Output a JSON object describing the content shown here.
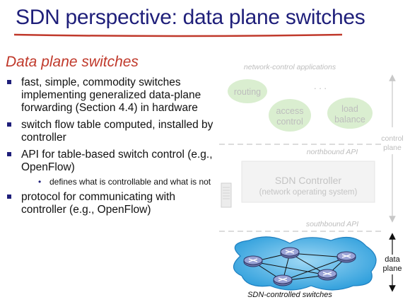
{
  "slide": {
    "title": "SDN perspective: data plane switches",
    "subtitle": "Data plane switches",
    "bullets": [
      "fast, simple, commodity switches implementing generalized data-plane forwarding (Section 4.4) in hardware",
      "switch flow table computed, installed by controller",
      "API for table-based switch control (e.g., OpenFlow)",
      "protocol for communicating with controller (e.g., OpenFlow)"
    ],
    "sub_bullet": "defines what is controllable and what is not",
    "colors": {
      "title": "#1f1f7a",
      "subtitle": "#c0392b",
      "underline": "#c0392b",
      "app_fill": "#d4ebc8",
      "network_fill": "#4ab0e6"
    }
  },
  "diagram": {
    "app_layer_label": "network-control applications",
    "apps": [
      "routing",
      "access control",
      "load balance"
    ],
    "ellipsis": ". . .",
    "control_plane_label": "control plane",
    "northbound_label": "northbound API",
    "controller_title": "SDN Controller",
    "controller_subtitle": "(network operating system)",
    "southbound_label": "southbound API",
    "data_plane_label": "data plane",
    "switches_caption": "SDN-controlled switches",
    "icons": [
      "server-icon",
      "switch-icon",
      "up-down-arrow-icon"
    ]
  }
}
